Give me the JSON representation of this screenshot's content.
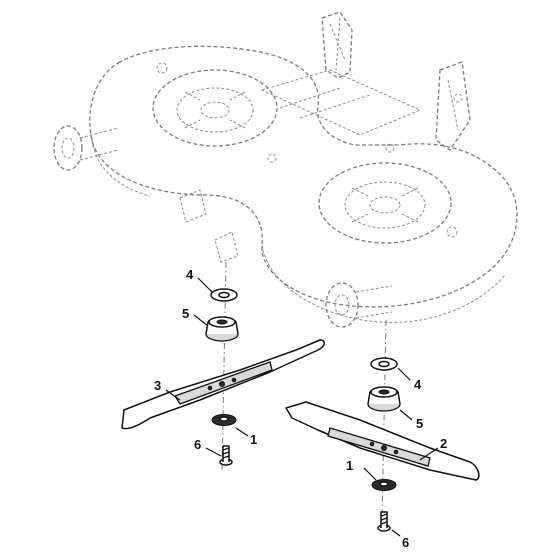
{
  "callouts": {
    "washer_left": "4",
    "adapter_left": "5",
    "blade_left": "3",
    "bolt_left": "6",
    "spacer_left": "1",
    "washer_right": "4",
    "adapter_right": "5",
    "blade_right": "2",
    "spacer_right": "1",
    "bolt_right": "6"
  }
}
